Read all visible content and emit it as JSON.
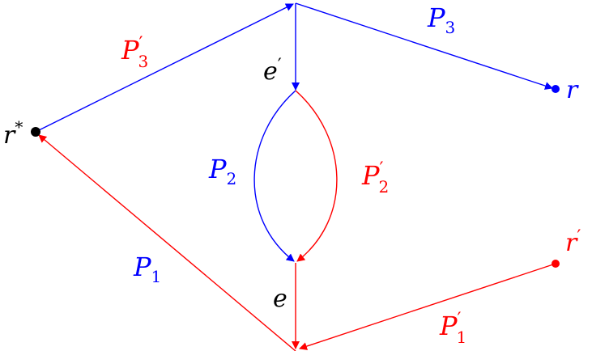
{
  "colors": {
    "blue": "#0000ff",
    "red": "#ff0000",
    "black": "#000000"
  },
  "nodes": {
    "r_star": {
      "label": "r",
      "sup": "*"
    },
    "r": {
      "label": "r"
    },
    "r_prime": {
      "label": "r",
      "sup": "′"
    }
  },
  "edges": {
    "e_prime": {
      "label": "e",
      "sup": "′"
    },
    "e": {
      "label": "e"
    }
  },
  "paths": {
    "P1": {
      "label": "P",
      "sub": "1"
    },
    "P1_prime": {
      "label": "P",
      "sup": "′",
      "sub": "1"
    },
    "P2": {
      "label": "P",
      "sub": "2"
    },
    "P2_prime": {
      "label": "P",
      "sup": "′",
      "sub": "2"
    },
    "P3": {
      "label": "P",
      "sub": "3"
    },
    "P3_prime": {
      "label": "P",
      "sup": "′",
      "sub": "3"
    }
  }
}
